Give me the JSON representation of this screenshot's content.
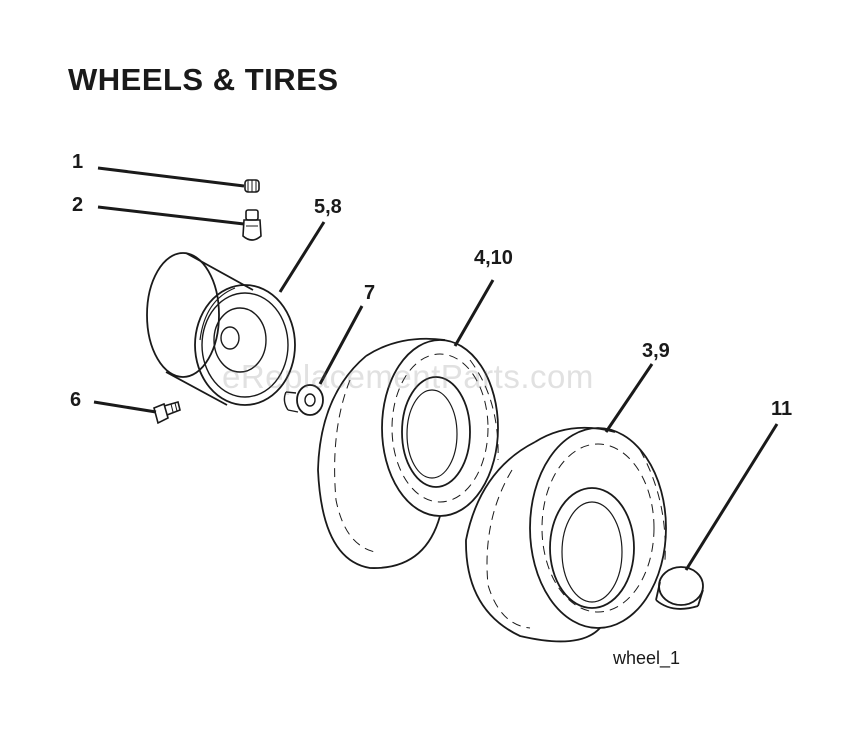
{
  "title": "WHEELS & TIRES",
  "figure_id": "wheel_1",
  "watermark": "eReplacementParts.com",
  "callouts": [
    {
      "id": "c1",
      "label": "1",
      "part": "valve-cap"
    },
    {
      "id": "c2",
      "label": "2",
      "part": "valve-stem"
    },
    {
      "id": "c58",
      "label": "5,8",
      "part": "rim"
    },
    {
      "id": "c7",
      "label": "7",
      "part": "bushing"
    },
    {
      "id": "c410",
      "label": "4,10",
      "part": "front-tire"
    },
    {
      "id": "c39",
      "label": "3,9",
      "part": "rear-tire"
    },
    {
      "id": "c11",
      "label": "11",
      "part": "hub-cap"
    },
    {
      "id": "c6",
      "label": "6",
      "part": "bolt"
    }
  ]
}
